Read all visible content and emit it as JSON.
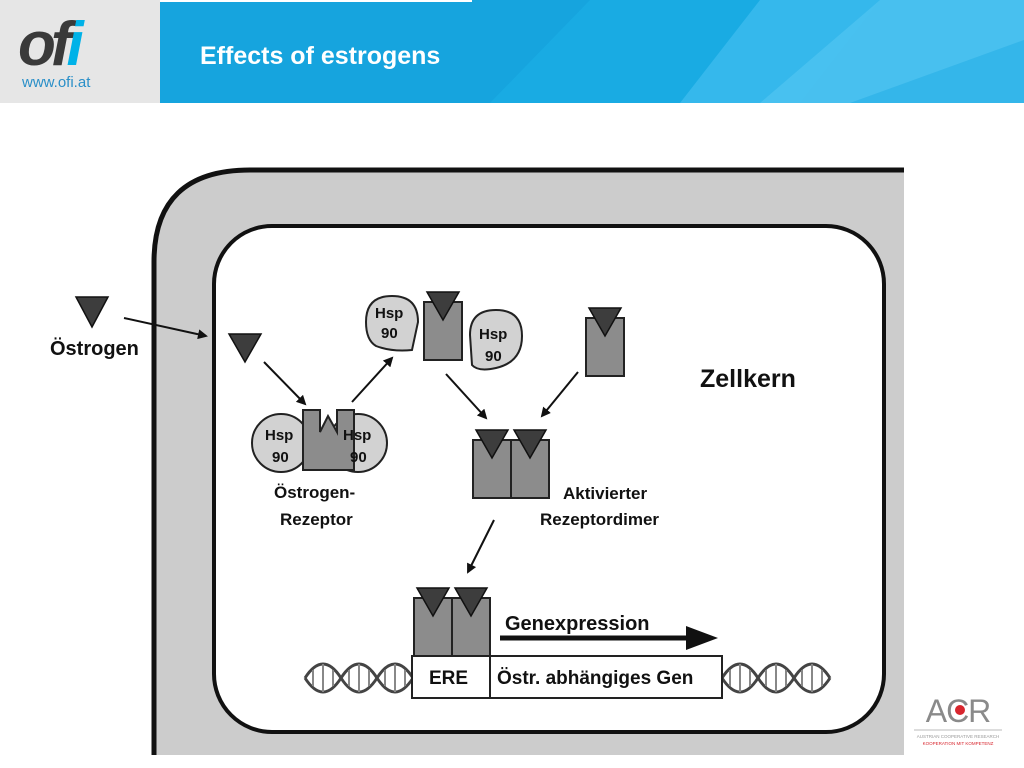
{
  "header": {
    "logo_text_main": "of",
    "logo_text_accent": "i",
    "logo_url": "www.ofi.at",
    "title": "Effects of estrogens"
  },
  "diagram": {
    "estrogen_label": "Östrogen",
    "nucleus_label": "Zellkern",
    "hsp_top": "Hsp",
    "hsp_bottom": "90",
    "receptor_label_line1": "Östrogen-",
    "receptor_label_line2": "Rezeptor",
    "dimer_label_line1": "Aktivierter",
    "dimer_label_line2": "Rezeptordimer",
    "gene_expression_label": "Genexpression",
    "ere_label": "ERE",
    "gene_label": "Östr. abhängiges Gen"
  },
  "footer": {
    "partner_logo_text": "ACR",
    "partner_tagline_1": "AUSTRIAN COOPERATIVE RESEARCH",
    "partner_tagline_2": "KOOPERATION MIT KOMPETENZ"
  },
  "colors": {
    "banner": "#16a4de",
    "banner_light": "#41bdf0",
    "membrane": "#cccccc",
    "receptor": "#8c8c8c",
    "hsp": "#d2d2d2",
    "ligand": "#3d3d3d",
    "acr_red": "#d8262e"
  }
}
